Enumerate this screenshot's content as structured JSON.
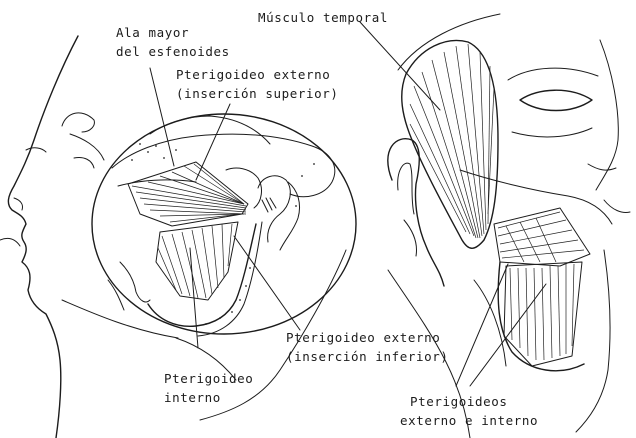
{
  "labels": {
    "temporal_muscle": "Músculo temporal",
    "greater_wing_line1": "Ala mayor",
    "greater_wing_line2": "del esfenoides",
    "lateral_sup_line1": "Pterigoideo externo",
    "lateral_sup_line2": "(inserción superior)",
    "lateral_inf_line1": "Pterigoideo externo",
    "lateral_inf_line2": "(inserción inferior)",
    "medial_line1": "Pterigoideo",
    "medial_line2": "interno",
    "both_line1": "Pterigoideos",
    "both_line2": "externo e interno"
  },
  "colors": {
    "ink": "#1c1c1c",
    "background": "#ffffff"
  }
}
